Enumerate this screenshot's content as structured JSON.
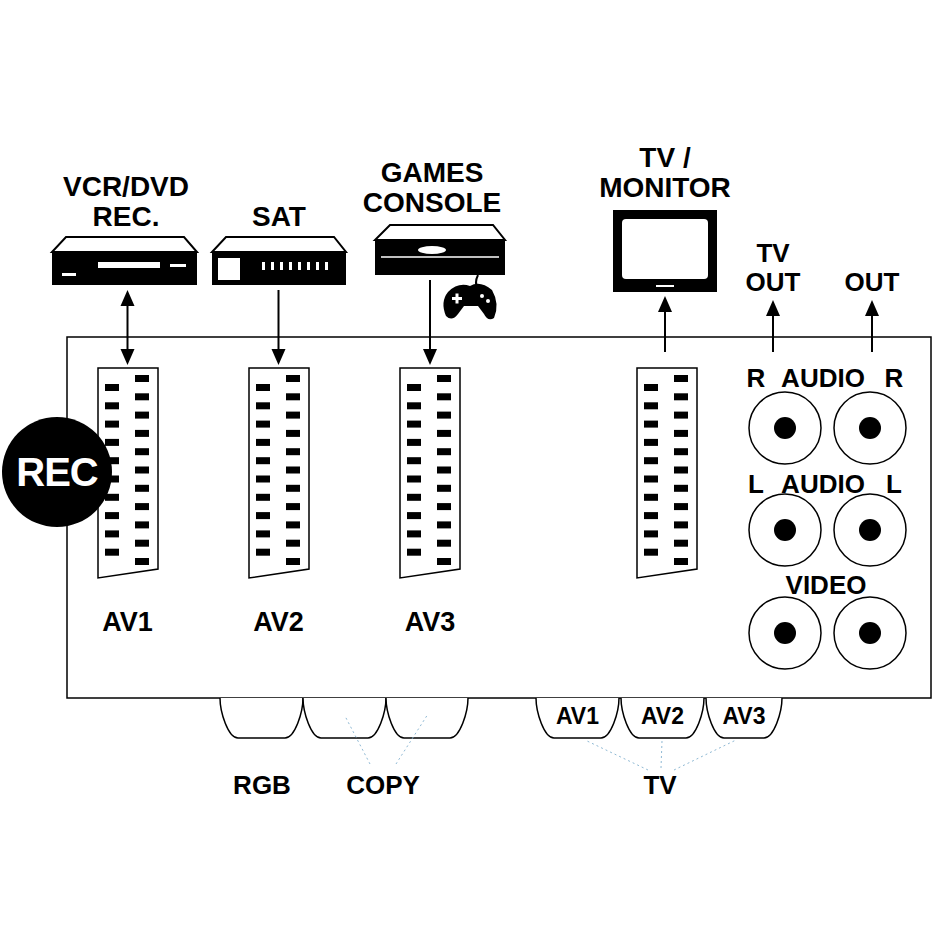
{
  "diagram": {
    "nodes": [
      {
        "text": [
          "VCR/DVD REC."
        ]
      },
      {
        "text": [
          "SAT"
        ]
      },
      {
        "text": [
          "GAMES CONSOLE"
        ]
      },
      {
        "text": [
          "TV / MONITOR"
        ]
      },
      {
        "text": [
          "AV1"
        ]
      },
      {
        "text": [
          "AV2"
        ]
      },
      {
        "text": [
          "AV3"
        ]
      },
      {
        "text": [
          "REC"
        ]
      },
      {
        "text": [
          "AV1"
        ]
      },
      {
        "text": [
          "AV2"
        ]
      },
      {
        "text": [
          "AV3"
        ]
      }
    ],
    "edges": [
      {
        "from": 0,
        "to": 4,
        "arrow": "both"
      },
      {
        "from": 1,
        "to": 5,
        "arrow": "to"
      },
      {
        "from": 2,
        "to": 6,
        "arrow": "to"
      }
    ],
    "labels": [
      "TV OUT",
      "OUT",
      "R",
      "AUDIO",
      "R",
      "L",
      "AUDIO",
      "L",
      "VIDEO",
      "RGB",
      "COPY",
      "TV"
    ]
  }
}
